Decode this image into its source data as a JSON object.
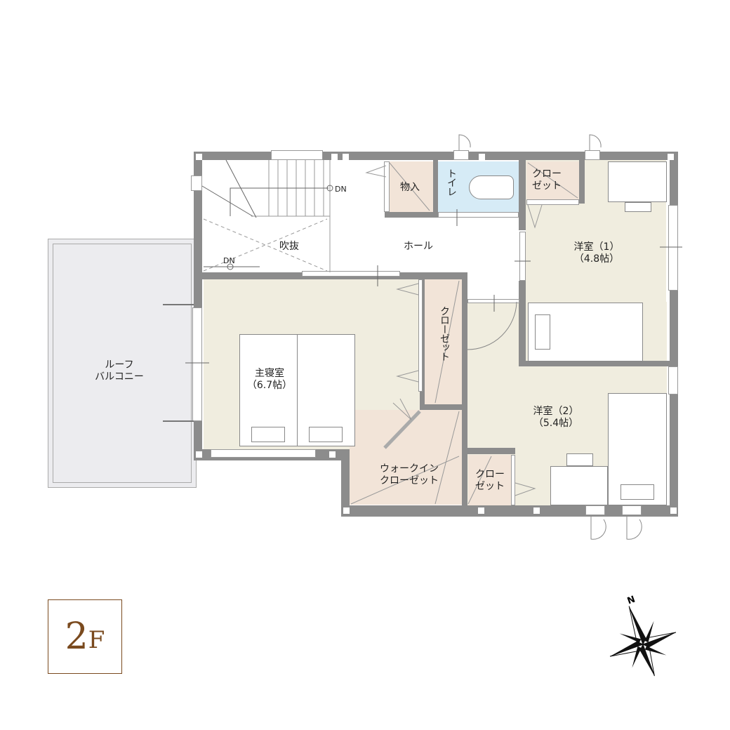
{
  "floor": {
    "number": "2",
    "unit": "F"
  },
  "compass": {
    "label": "N"
  },
  "colors": {
    "wall": "#8c8c8c",
    "bedroom_floor": "#f0eddf",
    "closet_floor": "#f2e4d8",
    "toilet_floor": "#d6ebf6",
    "balcony_floor": "#ececef",
    "badge": "#7a4a1e"
  },
  "rooms": {
    "balcony": {
      "label": "ルーフ\nバルコニー"
    },
    "void": {
      "label": "吹抜"
    },
    "hall": {
      "label": "ホール"
    },
    "storage": {
      "label": "物入"
    },
    "toilet": {
      "label": "トイレ"
    },
    "closet_top": {
      "label": "クロー\nゼット"
    },
    "western1": {
      "label": "洋室（1）\n（4.8帖）"
    },
    "master": {
      "label": "主寝室\n（6.7帖）"
    },
    "closet_master": {
      "label": "クローゼット"
    },
    "walkin": {
      "label": "ウォークイン\nクローゼット"
    },
    "western2": {
      "label": "洋室（2）\n（5.4帖）"
    },
    "closet_w2": {
      "label": "クロー\nゼット"
    }
  },
  "stairs": {
    "dn_upper": "DN",
    "dn_lower": "DN"
  }
}
